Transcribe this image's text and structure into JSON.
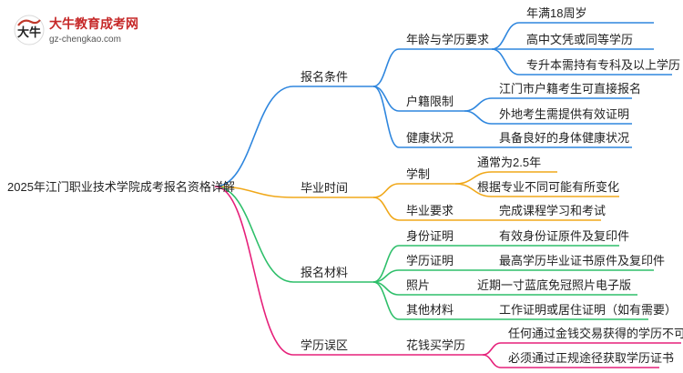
{
  "logo": {
    "site_name": "大牛教育成考网",
    "url": "gz-chengkao.com",
    "mark_text": "大牛"
  },
  "root": "2025年江门职业技术学院成考报名资格详解",
  "branches": [
    {
      "label": "报名条件",
      "color": "#2e86de",
      "children": [
        {
          "label": "年龄与学历要求",
          "leaves": [
            "年满18周岁",
            "高中文凭或同等学历",
            "专升本需持有专科及以上学历"
          ]
        },
        {
          "label": "户籍限制",
          "leaves": [
            "江门市户籍考生可直接报名",
            "外地考生需提供有效证明"
          ]
        },
        {
          "label": "健康状况",
          "leaves": [
            "具备良好的身体健康状况"
          ]
        }
      ]
    },
    {
      "label": "毕业时间",
      "color": "#f0a81a",
      "children": [
        {
          "label": "学制",
          "leaves": [
            "通常为2.5年",
            "根据专业不同可能有所变化"
          ]
        },
        {
          "label": "毕业要求",
          "leaves": [
            "完成课程学习和考试"
          ]
        }
      ]
    },
    {
      "label": "报名材料",
      "color": "#2ebf6a",
      "children": [
        {
          "label": "身份证明",
          "leaves": [
            "有效身份证原件及复印件"
          ]
        },
        {
          "label": "学历证明",
          "leaves": [
            "最高学历毕业证书原件及复印件"
          ]
        },
        {
          "label": "照片",
          "leaves": [
            "近期一寸蓝底免冠照片电子版"
          ]
        },
        {
          "label": "其他材料",
          "leaves": [
            "工作证明或居住证明（如有需要）"
          ]
        }
      ]
    },
    {
      "label": "学历误区",
      "color": "#e6207a",
      "children": [
        {
          "label": "花钱买学历",
          "leaves": [
            "任何通过金钱交易获得的学历不可靠",
            "必须通过正规途径获取学历证书"
          ]
        }
      ]
    }
  ]
}
